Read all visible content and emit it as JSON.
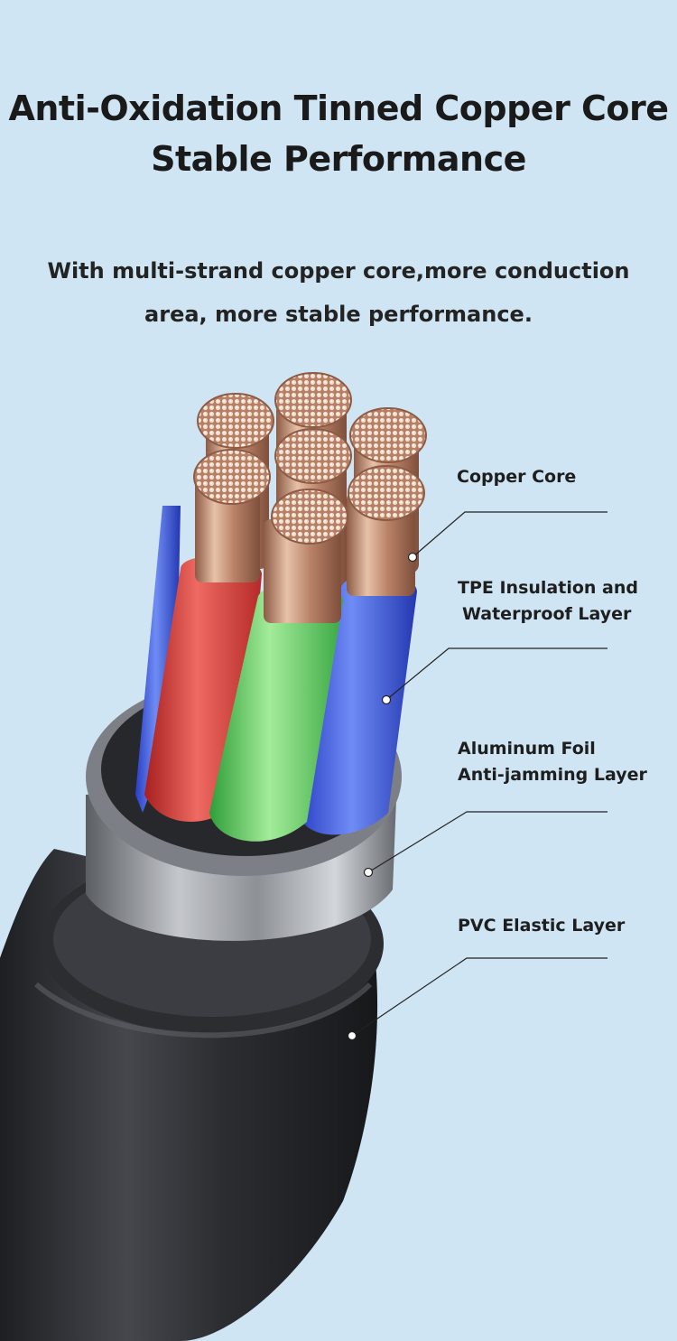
{
  "headline": {
    "line1": "Anti-Oxidation Tinned Copper Core",
    "line2": "Stable Performance"
  },
  "subtitle": {
    "line1": "With multi-strand copper core,more conduction",
    "line2": "area, more stable performance."
  },
  "callouts": [
    {
      "lines": [
        "Copper Core"
      ]
    },
    {
      "lines": [
        "TPE Insulation and",
        "Waterproof Layer"
      ]
    },
    {
      "lines": [
        "Aluminum Foil",
        "Anti-jamming Layer"
      ]
    },
    {
      "lines": [
        "PVC Elastic Layer"
      ]
    }
  ],
  "colors": {
    "background": "#cfe5f3",
    "copper": "#c8967a",
    "red_insulation": "#d8403c",
    "green_insulation": "#5cc65c",
    "blue_insulation": "#3d5ee0",
    "foil": "#8e9299",
    "pvc_jacket": "#2a2b2f"
  }
}
